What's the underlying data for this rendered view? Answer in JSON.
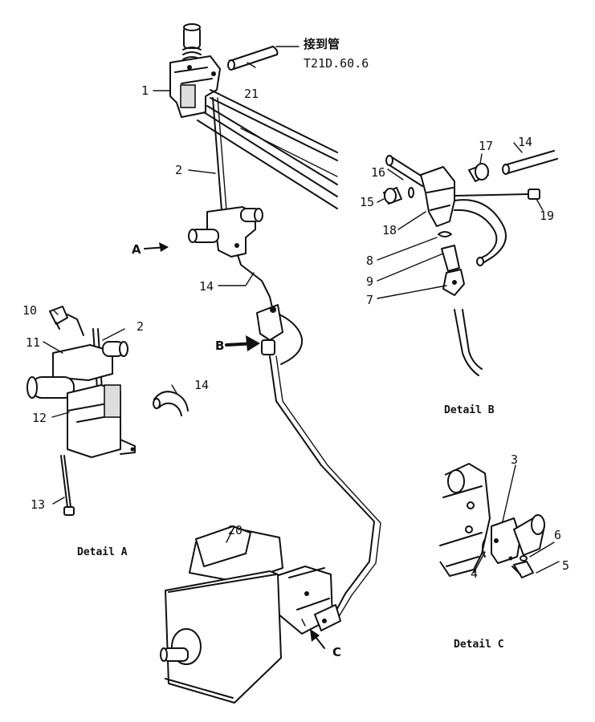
{
  "parts": {
    "p1": "1",
    "p2": "2",
    "p2a": "2",
    "p3": "3",
    "p4": "4",
    "p5": "5",
    "p6": "6",
    "p7": "7",
    "p8": "8",
    "p9": "9",
    "p10": "10",
    "p11": "11",
    "p12": "12",
    "p13": "13",
    "p14a": "14",
    "p14b": "14",
    "p14c": "14",
    "p15": "15",
    "p16": "16",
    "p17": "17",
    "p18": "18",
    "p19": "19",
    "p20": "20",
    "p21": "21"
  },
  "connect_note": {
    "text": "接到管",
    "code": "T21D.60.6"
  },
  "callouts": {
    "a": "A",
    "b": "B",
    "c": "C"
  },
  "captions": {
    "detail_a": "Detail A",
    "detail_b": "Detail B",
    "detail_c": "Detail C"
  }
}
